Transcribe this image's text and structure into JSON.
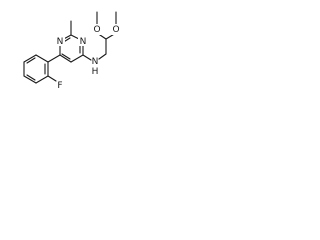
{
  "structure": {
    "atoms": {
      "pyrimidine_n1": "N",
      "pyrimidine_n3": "N",
      "amine_n": "N",
      "amine_h": "H",
      "fluorine": "F",
      "acetal_o1": "O",
      "acetal_o2": "O"
    }
  }
}
